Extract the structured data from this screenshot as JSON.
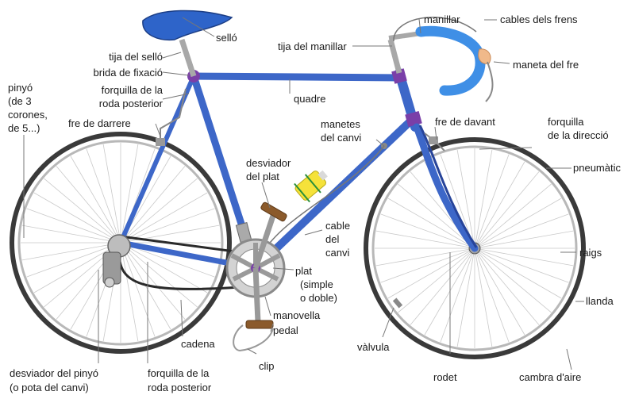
{
  "labels": {
    "sello": "selló",
    "tija_sello": "tija del selló",
    "brida": "brida de fixació",
    "forquilla_post_1": "forquilla de la",
    "forquilla_post_2": "roda posterior",
    "pinyo_1": "pinyó",
    "pinyo_2": "(de 3",
    "pinyo_3": "corones,",
    "pinyo_4": "de 5...)",
    "fre_darrere": "fre de darrere",
    "tija_manillar": "tija del manillar",
    "quadre": "quadre",
    "manillar": "manillar",
    "cables_frens": "cables dels frens",
    "maneta_fre": "maneta del fre",
    "manetes_1": "manetes",
    "manetes_2": "del canvi",
    "fre_davant": "fre de davant",
    "forquilla_dir_1": "forquilla",
    "forquilla_dir_2": "de la direcció",
    "pneumatic": "pneumàtic",
    "desviador_plat_1": "desviador",
    "desviador_plat_2": "del plat",
    "cable_canvi_1": "cable",
    "cable_canvi_2": "del",
    "cable_canvi_3": "canvi",
    "plat_1": "plat",
    "plat_2": "(simple",
    "plat_3": "o doble)",
    "raigs": "raigs",
    "llanda": "llanda",
    "manovella": "manovella",
    "pedal": "pedal",
    "cadena": "cadena",
    "clip": "clip",
    "valvula": "vàlvula",
    "desviador_pinyo_1": "desviador del pinyó",
    "desviador_pinyo_2": "(o pota del canvi)",
    "forquilla_post_b1": "forquilla de la",
    "forquilla_post_b2": "roda posterior",
    "rodet": "rodet",
    "cambra": "cambra d'aire"
  },
  "colors": {
    "frame": "#3d67c8",
    "frame_dark": "#27449a",
    "lug": "#7a3fa8",
    "bar_tape": "#3f8fe6",
    "tire": "#3a3a3a",
    "metal": "#a8a8a8",
    "bottle": "#f5e23a",
    "brake_hood": "#f0b98a",
    "text": "#1a1a1a"
  }
}
